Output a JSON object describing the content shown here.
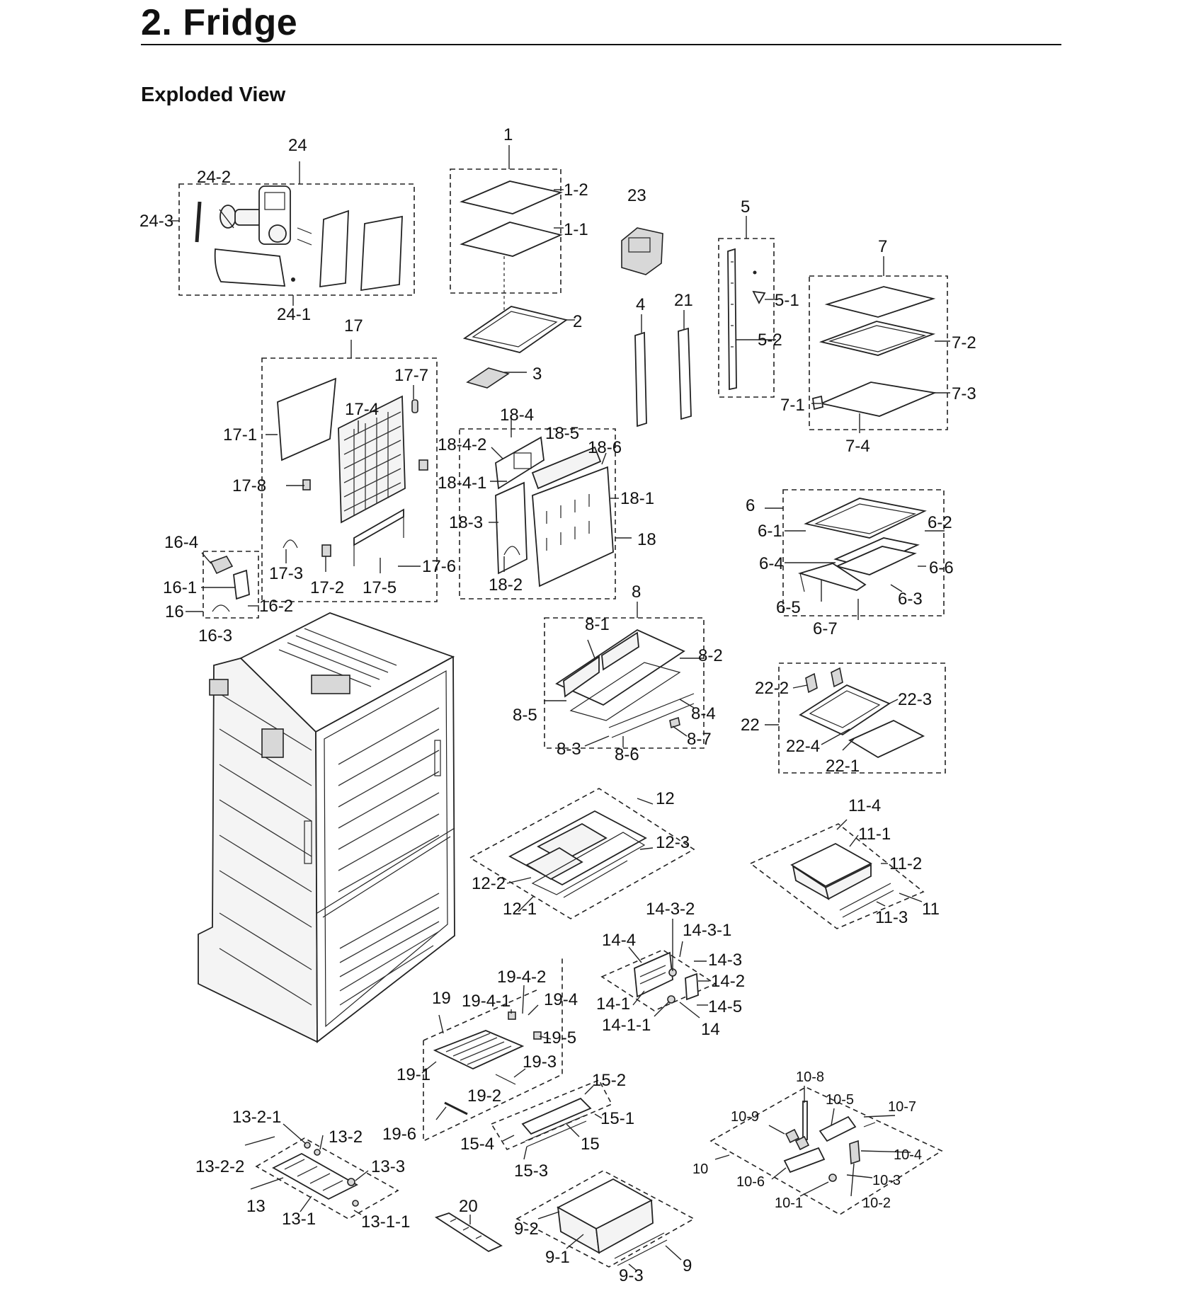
{
  "header": {
    "title": "2.  Fridge",
    "subtitle": "Exploded View"
  },
  "labels": {
    "l24": "24",
    "l24_2": "24-2",
    "l24_3": "24-3",
    "l24_1": "24-1",
    "l1": "1",
    "l1_2": "1-2",
    "l1_1": "1-1",
    "l2": "2",
    "l3": "3",
    "l23": "23",
    "l5": "5",
    "l5_1": "5-1",
    "l5_2": "5-2",
    "l4": "4",
    "l21": "21",
    "l7": "7",
    "l7_2": "7-2",
    "l7_3": "7-3",
    "l7_1": "7-1",
    "l7_4": "7-4",
    "l17": "17",
    "l17_7": "17-7",
    "l17_4": "17-4",
    "l17_1": "17-1",
    "l17_8": "17-8",
    "l17_3": "17-3",
    "l17_2": "17-2",
    "l17_5": "17-5",
    "l17_6": "17-6",
    "l18_4": "18-4",
    "l18_4_2": "18-4-2",
    "l18_5": "18-5",
    "l18_6": "18-6",
    "l18_4_1": "18-4-1",
    "l18_1": "18-1",
    "l18_3": "18-3",
    "l18": "18",
    "l18_2": "18-2",
    "l16_4": "16-4",
    "l16_1": "16-1",
    "l16": "16",
    "l16_2": "16-2",
    "l16_3": "16-3",
    "l6": "6",
    "l6_1": "6-1",
    "l6_2": "6-2",
    "l6_4": "6-4",
    "l6_6": "6-6",
    "l6_5": "6-5",
    "l6_3": "6-3",
    "l6_7": "6-7",
    "l8": "8",
    "l8_1": "8-1",
    "l8_2": "8-2",
    "l8_5": "8-5",
    "l8_4": "8-4",
    "l8_3": "8-3",
    "l8_6": "8-6",
    "l8_7": "8-7",
    "l22_2": "22-2",
    "l22_3": "22-3",
    "l22": "22",
    "l22_4": "22-4",
    "l22_1": "22-1",
    "l12": "12",
    "l12_3": "12-3",
    "l12_2": "12-2",
    "l12_1": "12-1",
    "l11_4": "11-4",
    "l11_1": "11-1",
    "l11_2": "11-2",
    "l11_3": "11-3",
    "l11": "11",
    "l14_3_2": "14-3-2",
    "l14_3_1": "14-3-1",
    "l14_4": "14-4",
    "l14_3": "14-3",
    "l14_2": "14-2",
    "l14_1": "14-1",
    "l14_5": "14-5",
    "l14_1_1": "14-1-1",
    "l14": "14",
    "l19_4_2": "19-4-2",
    "l19": "19",
    "l19_4_1": "19-4-1",
    "l19_4": "19-4",
    "l19_5": "19-5",
    "l19_3": "19-3",
    "l19_1": "19-1",
    "l19_2": "19-2",
    "l19_6": "19-6",
    "l15_2": "15-2",
    "l15_1": "15-1",
    "l15_4": "15-4",
    "l15": "15",
    "l15_3": "15-3",
    "l10_8": "10-8",
    "l10_5": "10-5",
    "l10_9": "10-9",
    "l10_7": "10-7",
    "l10_4": "10-4",
    "l10": "10",
    "l10_6": "10-6",
    "l10_3": "10-3",
    "l10_1": "10-1",
    "l10_2": "10-2",
    "l13_2_1": "13-2-1",
    "l13_2": "13-2",
    "l13_3": "13-3",
    "l13_2_2": "13-2-2",
    "l13": "13",
    "l13_1": "13-1",
    "l13_1_1": "13-1-1",
    "l20": "20",
    "l9_2": "9-2",
    "l9_1": "9-1",
    "l9_3": "9-3",
    "l9": "9"
  }
}
